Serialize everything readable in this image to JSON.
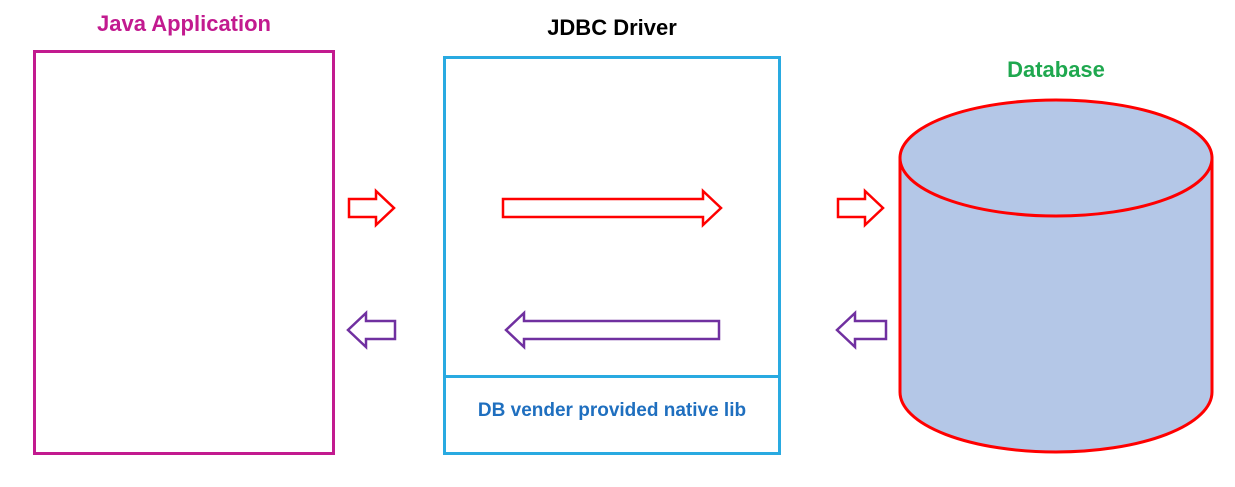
{
  "labels": {
    "java_application": "Java Application",
    "jdbc_driver": "JDBC Driver",
    "database": "Database",
    "native_lib": "DB vender provided native lib"
  },
  "colors": {
    "app": "#c21a8f",
    "driver": "#29aae1",
    "database_fill": "#b4c7e7",
    "database_stroke": "#ff0000",
    "request_arrow": "#ff0000",
    "response_arrow": "#7030a0",
    "native_lib_text": "#1f6fbf",
    "database_label": "#1fa84f"
  },
  "icons": {
    "request_arrows": "right-arrow-outline",
    "response_arrows": "left-arrow-outline",
    "database": "cylinder"
  }
}
